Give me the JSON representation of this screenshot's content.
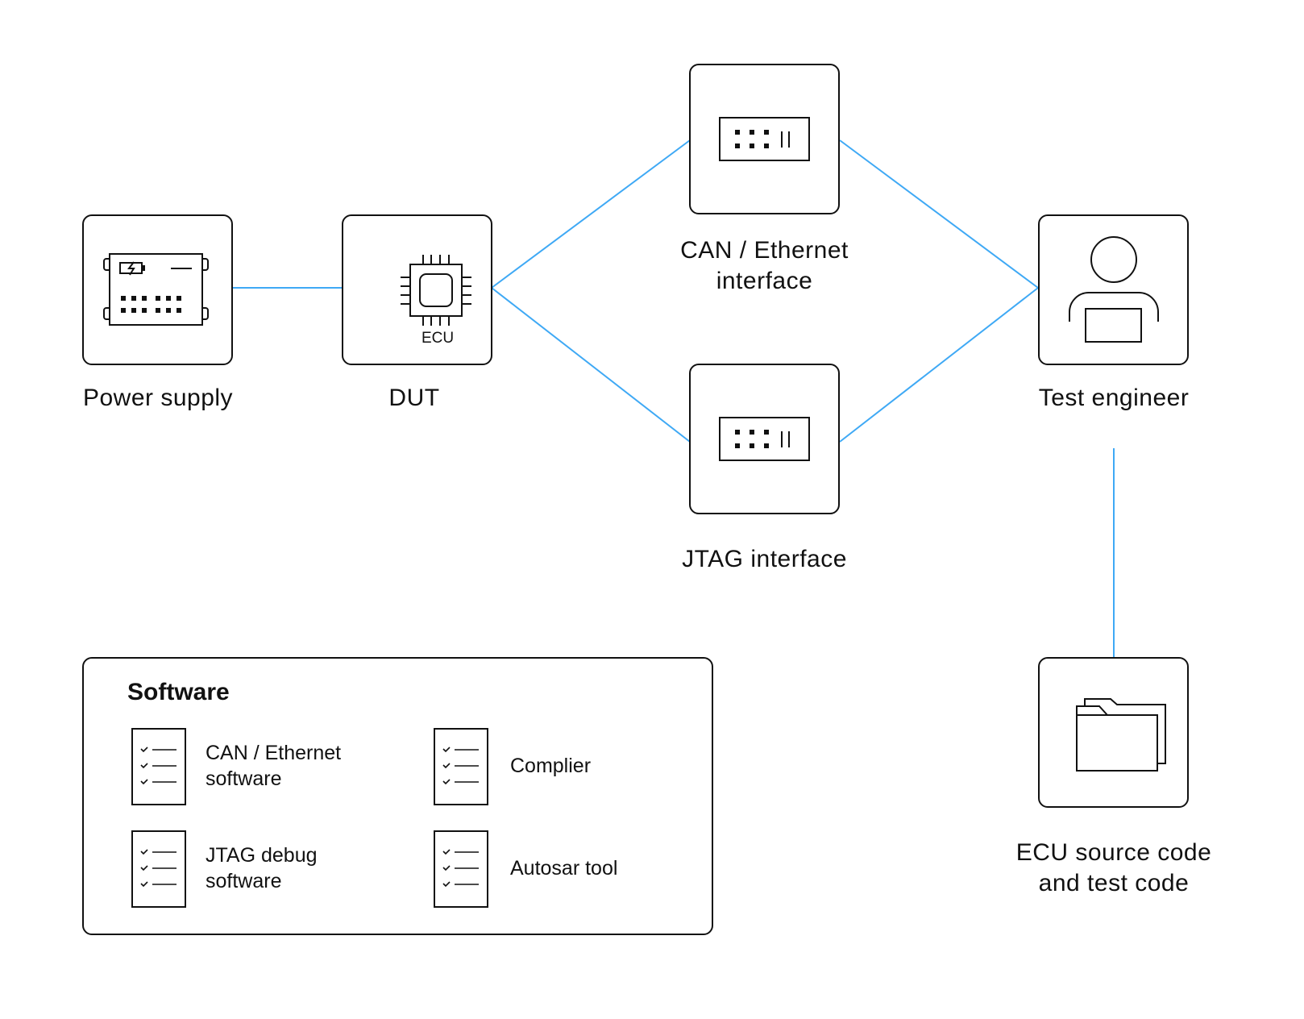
{
  "nodes": {
    "power_supply": {
      "label": "Power supply",
      "icon": "power-supply-icon"
    },
    "dut": {
      "label": "DUT",
      "chip_text": "ECU",
      "icon": "chip-icon"
    },
    "can_interface": {
      "label_line1": "CAN / Ethernet",
      "label_line2": "interface",
      "icon": "interface-device-icon"
    },
    "jtag_interface": {
      "label": "JTAG interface",
      "icon": "interface-device-icon"
    },
    "test_engineer": {
      "label": "Test engineer",
      "icon": "person-laptop-icon"
    },
    "source_code": {
      "label_line1": "ECU source code",
      "label_line2": "and test code",
      "icon": "folder-icon"
    }
  },
  "software": {
    "title": "Software",
    "items": [
      {
        "line1": "CAN / Ethernet",
        "line2": "software",
        "icon": "checklist-icon"
      },
      {
        "line1": "Complier",
        "line2": "",
        "icon": "checklist-icon"
      },
      {
        "line1": "JTAG debug",
        "line2": "software",
        "icon": "checklist-icon"
      },
      {
        "line1": "Autosar tool",
        "line2": "",
        "icon": "checklist-icon"
      }
    ]
  },
  "colors": {
    "connector": "#3fa9f5",
    "stroke": "#111111"
  }
}
